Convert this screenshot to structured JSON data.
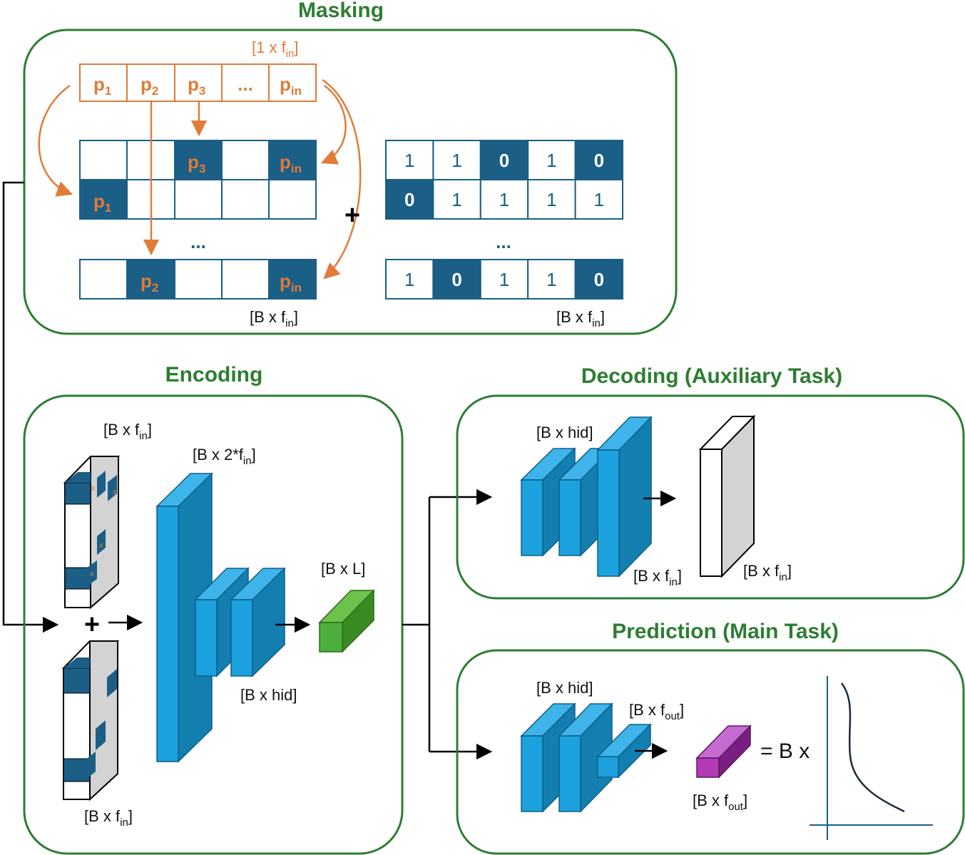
{
  "sections": {
    "masking": "Masking",
    "encoding": "Encoding",
    "decoding": "Decoding (Auxiliary Task)",
    "prediction": "Prediction (Main Task)"
  },
  "masking": {
    "vector_label": "[1 x f",
    "vector_sub": "in",
    "vector_close": "]",
    "p_base": "p",
    "vector_subs": [
      "1",
      "2",
      "3",
      "",
      "in"
    ],
    "ellipsis": "...",
    "matrix_label_base": "[B x f",
    "matrix_label_sub": "in",
    "matrix_label_close": "]",
    "plus": "+",
    "mask_rows": [
      [
        "1",
        "1",
        "0",
        "1",
        "0"
      ],
      [
        "0",
        "1",
        "1",
        "1",
        "1"
      ],
      [
        "1",
        "0",
        "1",
        "1",
        "0"
      ]
    ]
  },
  "encoding": {
    "input_top_label": "[B x f",
    "input_bottom_label": "[B x f",
    "sub_in": "in",
    "close": "]",
    "wide_label": "[B x 2*f",
    "hid_label": "[B x hid]",
    "latent_label": "[B x L]",
    "plus": "+"
  },
  "decoding": {
    "hid_label": "[B x hid]",
    "fin_label_a": "[B x f",
    "fin_label_b": "[B x f",
    "sub_in": "in",
    "close": "]"
  },
  "prediction": {
    "hid_label": "[B x hid]",
    "fout_label_a": "[B x f",
    "fout_label_b": "[B x f",
    "sub_out": "out",
    "close": "]",
    "equals": "= B x"
  },
  "colors": {
    "green": "#2e7d32",
    "orange": "#e07b39",
    "navy": "#1b5e86",
    "blue_front": "#1ba1dd",
    "blue_top": "#3fb4ea",
    "blue_side": "#137fb0",
    "latent_green": "#4caf3b",
    "purple": "#b23ab5"
  }
}
